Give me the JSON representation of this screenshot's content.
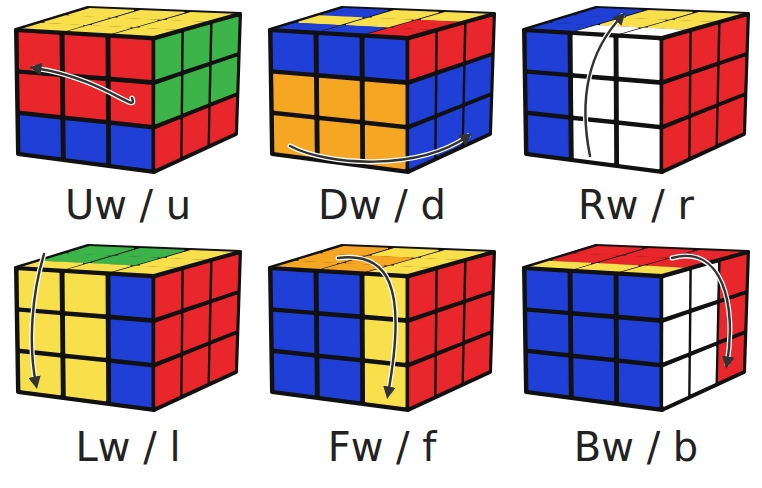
{
  "diagram": {
    "labels": [
      "Uw / u",
      "Dw / d",
      "Rw / r",
      "Lw / l",
      "Fw / f",
      "Bw / b"
    ]
  }
}
